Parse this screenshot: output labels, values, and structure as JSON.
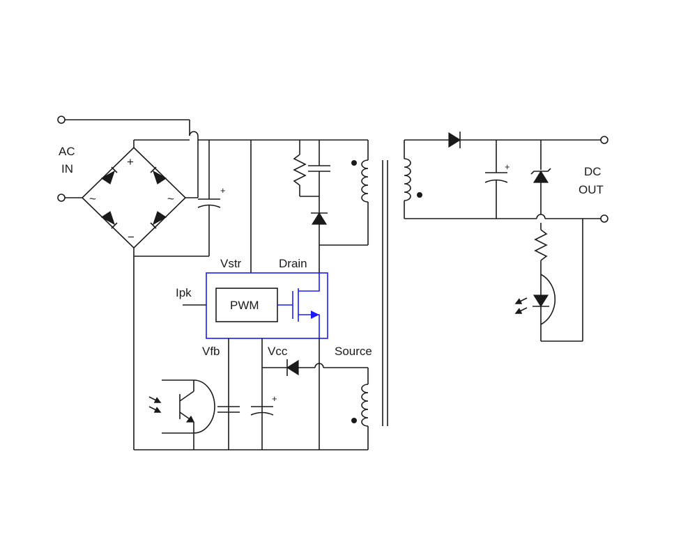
{
  "labels": {
    "ac_in_line1": "AC",
    "ac_in_line2": "IN",
    "dc_out_line1": "DC",
    "dc_out_line2": "OUT",
    "vstr": "Vstr",
    "drain": "Drain",
    "ipk": "Ipk",
    "pwm": "PWM",
    "vfb": "Vfb",
    "vcc": "Vcc",
    "source": "Source",
    "plus": "+",
    "minus": "−",
    "tilde": "~"
  },
  "colors": {
    "wire": "#1a1a1a",
    "ic_block": "#1a1aff",
    "background": "#ffffff"
  }
}
